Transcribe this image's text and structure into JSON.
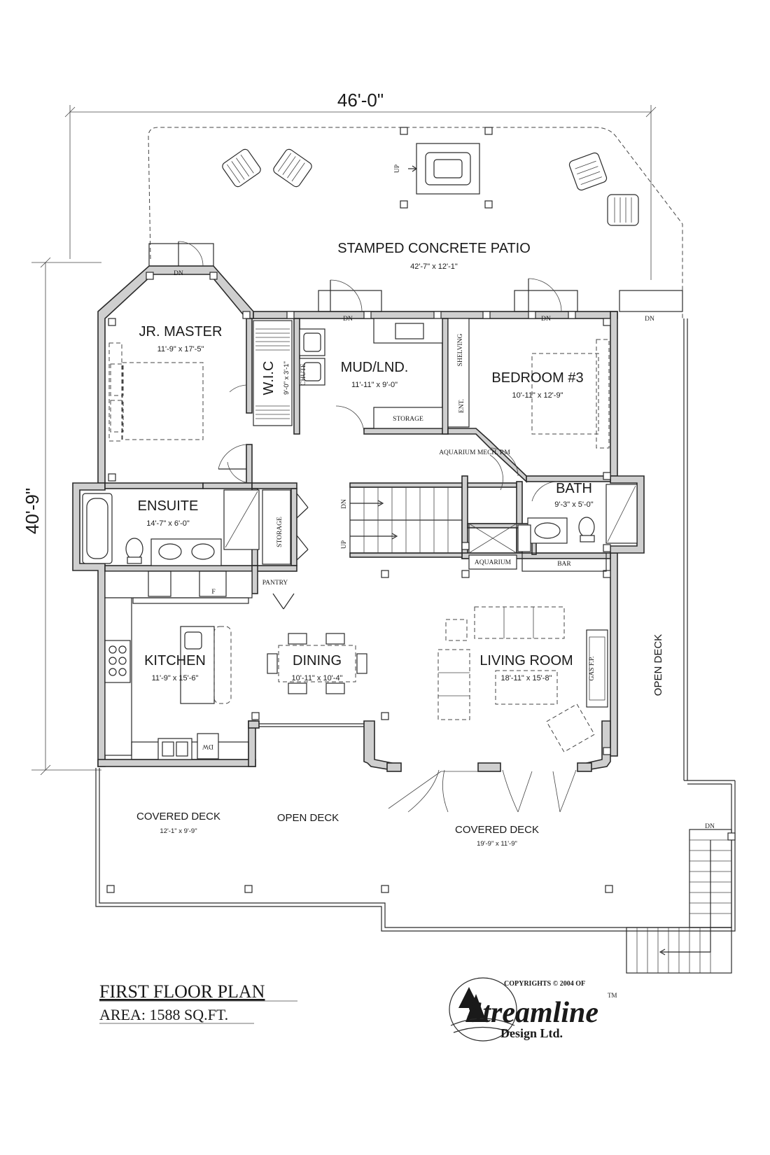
{
  "dimensions": {
    "width": "46'-0\"",
    "depth": "40'-9\""
  },
  "rooms": {
    "patio": {
      "name": "STAMPED CONCRETE PATIO",
      "size": "42'-7\" x 12'-1\""
    },
    "jr_master": {
      "name": "JR. MASTER",
      "size": "11'-9\" x 17'-5\""
    },
    "wic": {
      "name": "W.I.C",
      "size": "9'-0\" x 3'-1\""
    },
    "mud": {
      "name": "MUD/LND.",
      "size": "11'-11\" x 9'-0\""
    },
    "bedroom3": {
      "name": "BEDROOM #3",
      "size": "10'-11\" x 12'-9\""
    },
    "ensuite": {
      "name": "ENSUITE",
      "size": "14'-7\" x 6'-0\""
    },
    "bath": {
      "name": "BATH",
      "size": "9'-3\" x 5'-0\""
    },
    "kitchen": {
      "name": "KITCHEN",
      "size": "11'-9\" x 15'-6\""
    },
    "dining": {
      "name": "DINING",
      "size": "10'-11\" x 10'-4\""
    },
    "living": {
      "name": "LIVING ROOM",
      "size": "18'-11\" x 15'-8\""
    },
    "covered_deck_left": {
      "name": "COVERED DECK",
      "size": "12'-1\" x 9'-9\""
    },
    "open_deck_front": {
      "name": "OPEN DECK"
    },
    "covered_deck_right": {
      "name": "COVERED DECK",
      "size": "19'-9\" x 11'-9\""
    },
    "open_deck_side": {
      "name": "OPEN DECK"
    }
  },
  "small_labels": {
    "storage_mud": "STORAGE",
    "storage_ensuite": "STORAGE",
    "pantry": "PANTRY",
    "shelving": "SHELVING",
    "ent": "ENT.",
    "chute": "CHUTE",
    "aquarium_mech": "AQUARIUM MECH. RM",
    "aquarium": "AQUARIUM",
    "bar": "BAR",
    "gas_fp": "GAS F.P.",
    "dw": "DW",
    "f": "F"
  },
  "stairs": {
    "up": "UP",
    "dn": "DN"
  },
  "title_block": {
    "title": "FIRST FLOOR PLAN",
    "area": "AREA: 1588 SQ.FT.",
    "copyright": "COPYRIGHTS © 2004 OF",
    "brand": "Streamline",
    "brand_sub": "Design Ltd.",
    "trademark": "TM"
  }
}
